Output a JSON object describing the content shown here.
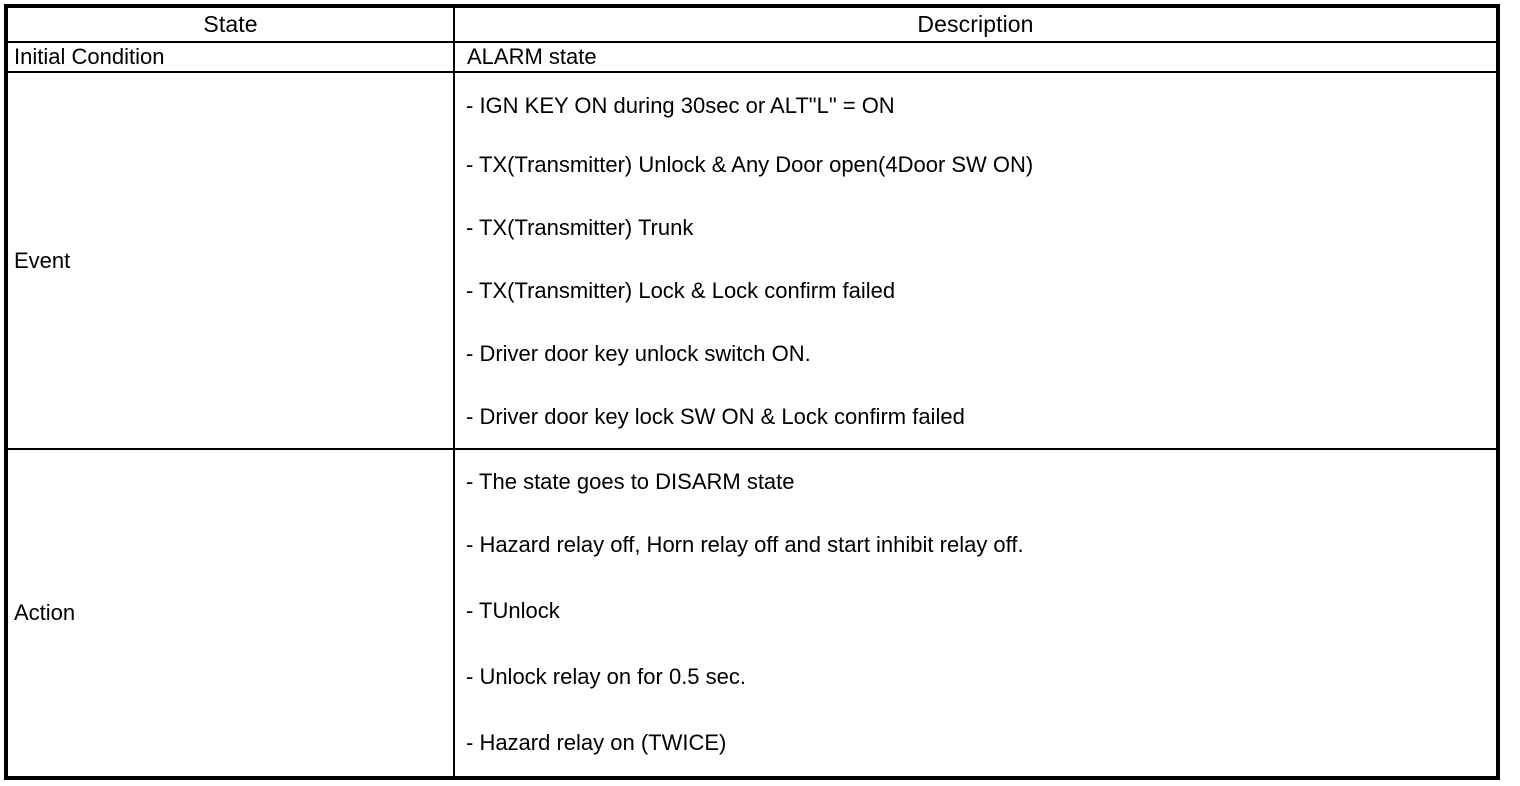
{
  "document": {
    "type": "state-description-table",
    "background_color": "#ffffff",
    "text_color": "#000000",
    "border_color": "#000000"
  },
  "table": {
    "columns": [
      {
        "key": "state",
        "header": "State"
      },
      {
        "key": "description",
        "header": "Description"
      }
    ],
    "rows": [
      {
        "state": "Initial Condition",
        "kind": "single",
        "description": "ALARM state"
      },
      {
        "state": "Event",
        "kind": "list",
        "items": [
          "- IGN KEY ON during 30sec or ALT\"L\" = ON",
          "- TX(Transmitter) Unlock & Any Door open(4Door SW ON)",
          "- TX(Transmitter) Trunk",
          "- TX(Transmitter) Lock & Lock confirm failed",
          "- Driver door key unlock switch ON.",
          "- Driver door key lock SW ON & Lock confirm failed"
        ]
      },
      {
        "state": "Action",
        "kind": "list",
        "items": [
          "- The state goes to DISARM state",
          "- Hazard relay off, Horn relay off and start inhibit relay off.",
          "- TUnlock",
          "- Unlock relay on for 0.5 sec.",
          "- Hazard relay on (TWICE)"
        ]
      }
    ]
  }
}
